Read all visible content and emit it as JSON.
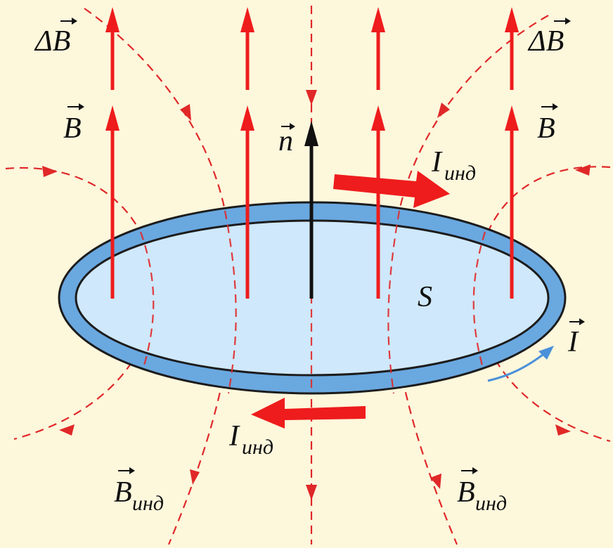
{
  "labels": {
    "delta_b_left": "ΔB",
    "delta_b_right": "ΔB",
    "b_left": "B",
    "b_right": "B",
    "normal": "n",
    "i_ind_top": "I",
    "i_ind_top_sub": "инд",
    "i_ind_bottom": "I",
    "i_ind_bottom_sub": "инд",
    "area": "S",
    "current": "I",
    "b_ind_left": "B",
    "b_ind_left_sub": "инд",
    "b_ind_right": "B",
    "b_ind_right_sub": "инд"
  },
  "colors": {
    "background": "#fdf7dc",
    "field_arrow": "#ee1c1c",
    "induced_field": "#e02828",
    "ring_outer": "#6aa8e0",
    "ring_inner": "#cfe8fb",
    "ring_outline": "#1c1c1c",
    "normal_arrow": "#111111",
    "current_arrow": "#4a90d9"
  }
}
